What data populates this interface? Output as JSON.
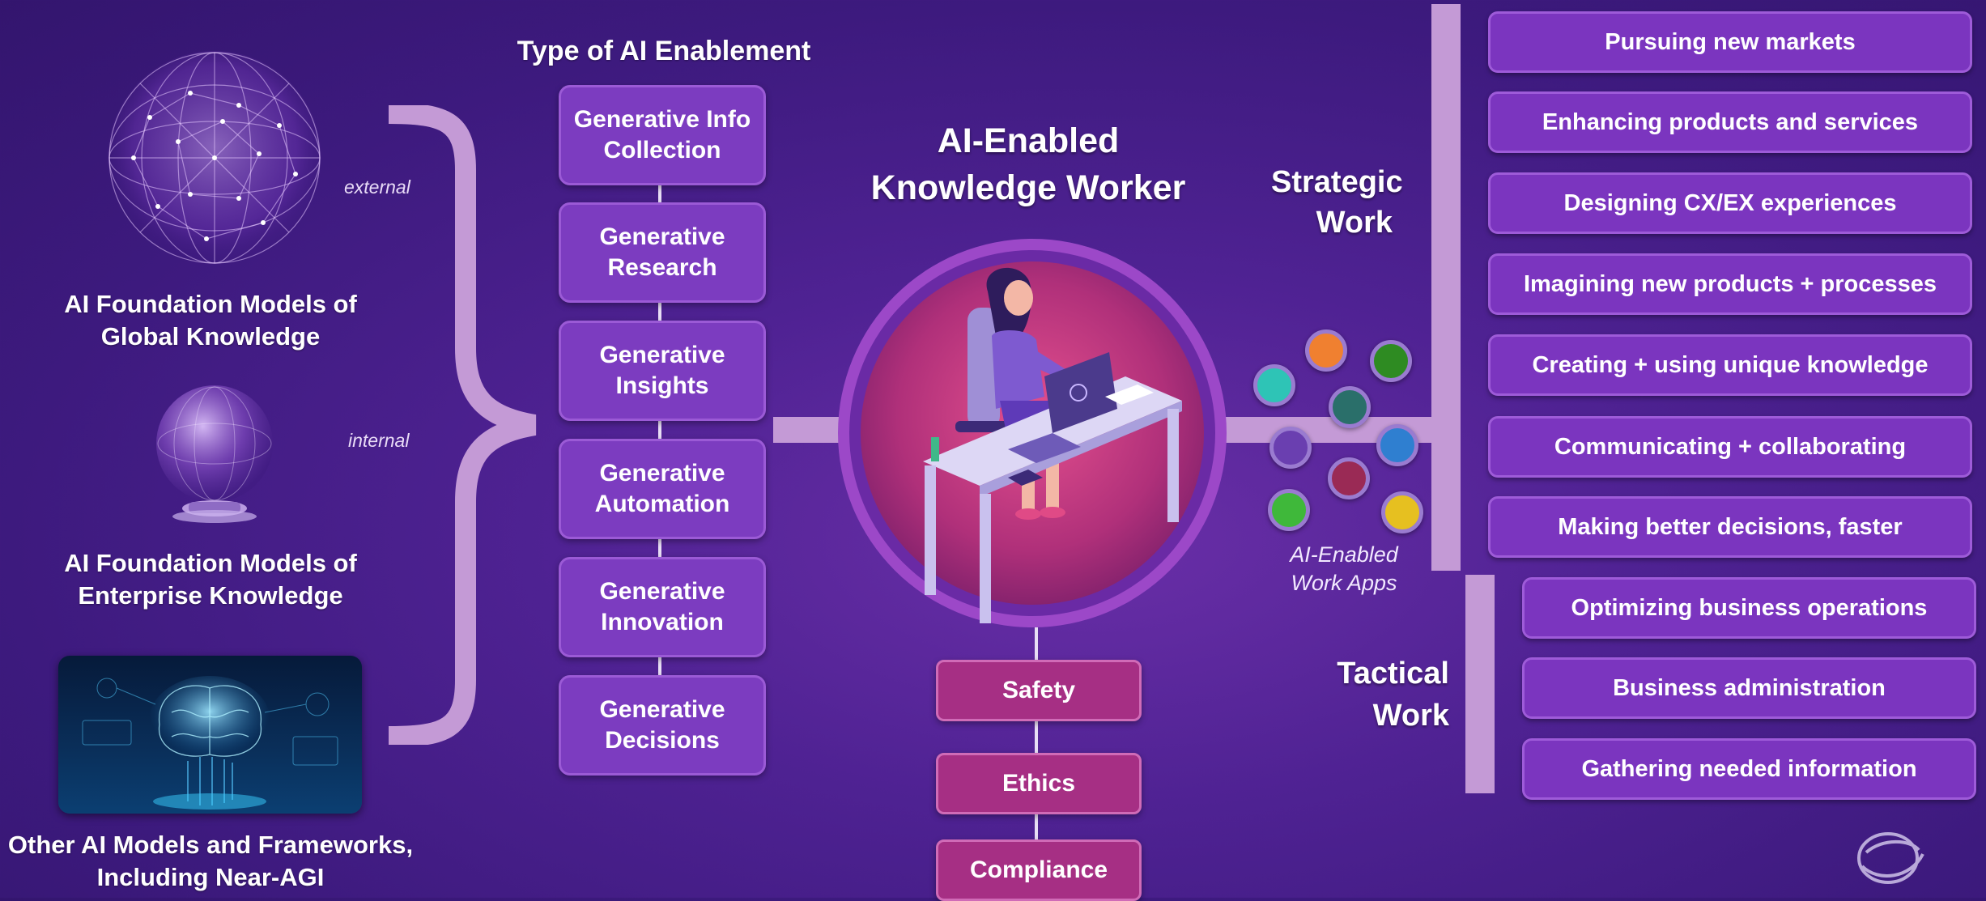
{
  "left": {
    "external_note": "external",
    "internal_note": "internal",
    "global_caption": "AI Foundation Models of Global Knowledge",
    "enterprise_caption": "AI Foundation Models of Enterprise Knowledge",
    "other_caption": "Other AI Models and Frameworks, Including Near-AGI"
  },
  "enablement": {
    "heading": "Type of AI Enablement",
    "items": [
      "Generative Info Collection",
      "Generative Research",
      "Generative Insights",
      "Generative Automation",
      "Generative Innovation",
      "Generative Decisions"
    ]
  },
  "center": {
    "title": "AI-Enabled Knowledge Worker",
    "guardrails": [
      "Safety",
      "Ethics",
      "Compliance"
    ]
  },
  "apps": {
    "label": "AI-Enabled Work Apps",
    "colors": [
      "#2ec4b6",
      "#f08030",
      "#2e8b22",
      "#2a6f6a",
      "#6a3fb0",
      "#2f7fd0",
      "#3fb83a",
      "#9a2a55",
      "#e6c020"
    ]
  },
  "strategic": {
    "label": "Strategic Work",
    "items": [
      "Pursuing new markets",
      "Enhancing products and services",
      "Designing CX/EX experiences",
      "Imagining new products + processes",
      "Creating + using unique knowledge",
      "Communicating + collaborating",
      "Making better decisions, faster"
    ]
  },
  "tactical": {
    "label": "Tactical Work",
    "items": [
      "Optimizing business operations",
      "Business administration",
      "Gathering needed information"
    ]
  },
  "colors": {
    "background": "#4a2190",
    "box": "#7c3cc0",
    "guardrail": "#a62f84",
    "bracket": "#c49ad6"
  }
}
